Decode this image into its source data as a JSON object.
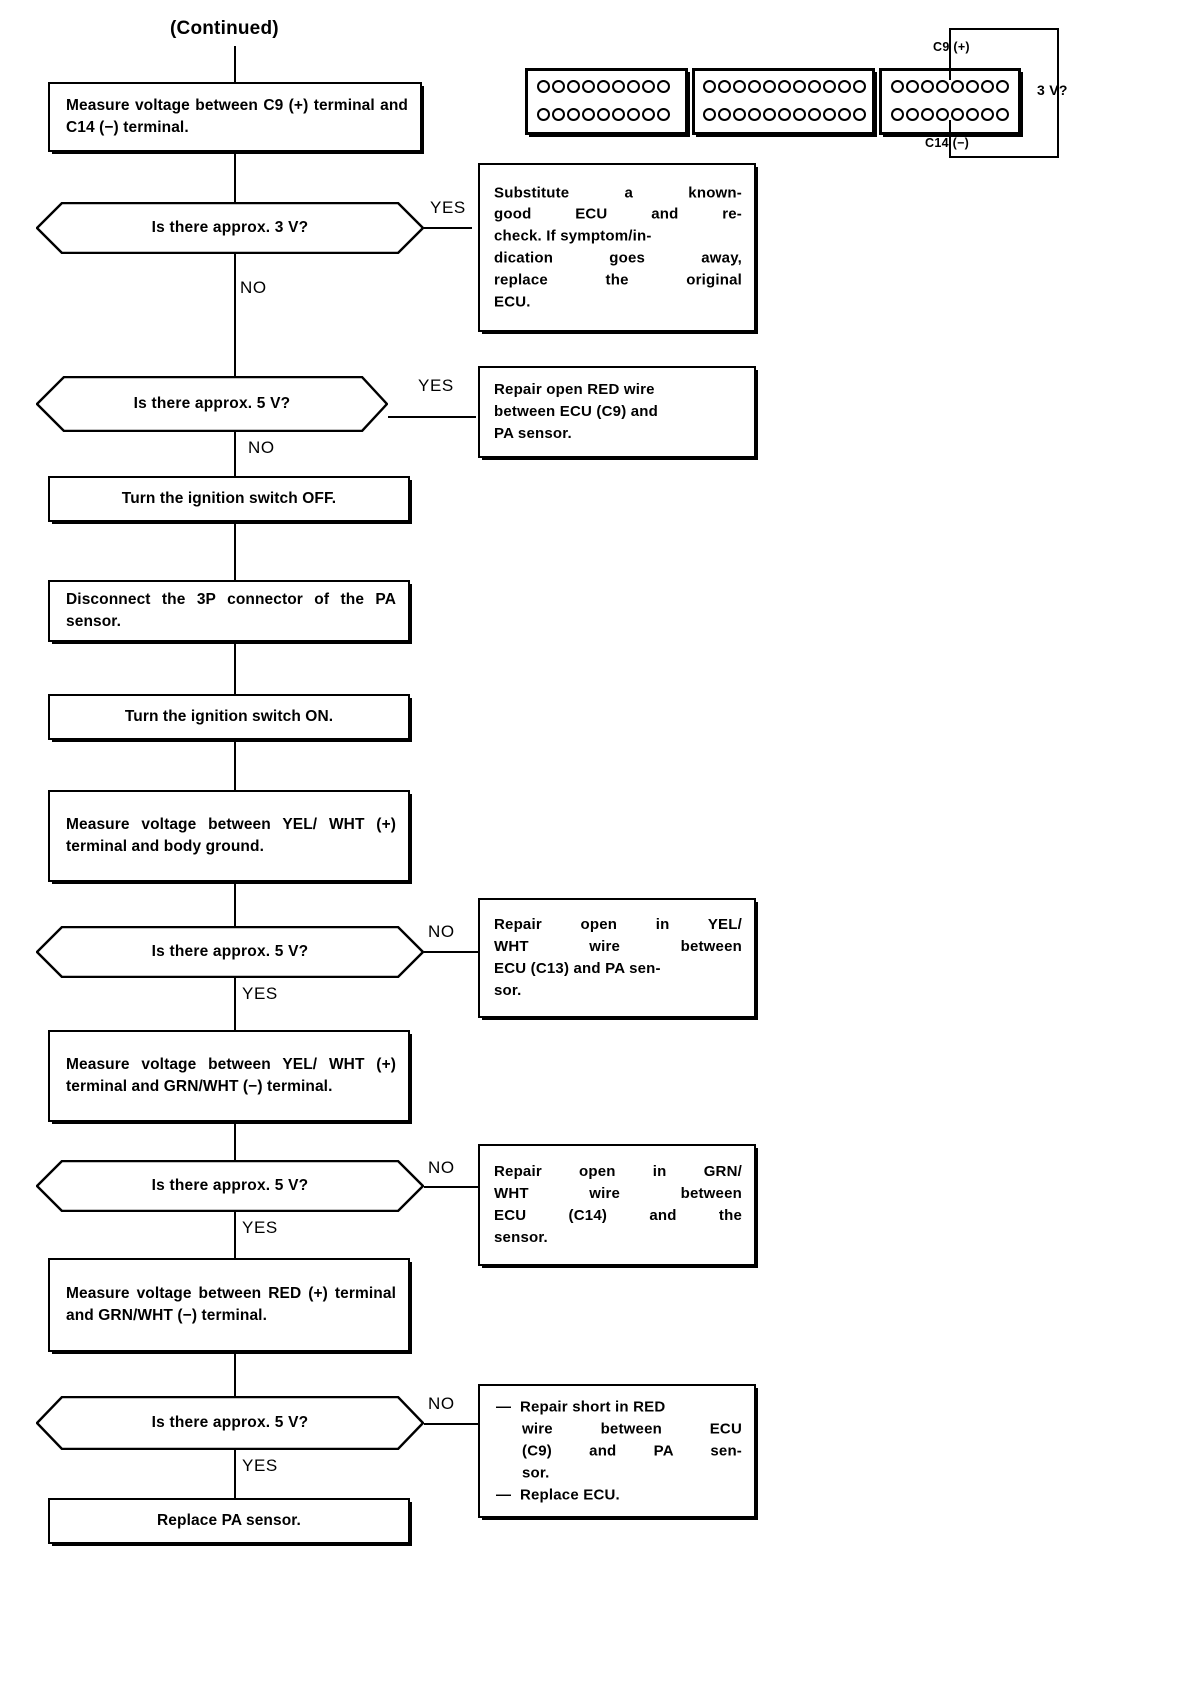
{
  "header": {
    "continued": "(Continued)"
  },
  "connector": {
    "name": "ecu-connector-pinout",
    "pin_label_positive": "C9 (+)",
    "pin_label_negative": "C14 (−)",
    "voltage_label": "3 V?",
    "groups": [
      {
        "top_pins": 9,
        "bottom_pins": 9
      },
      {
        "top_pins": 11,
        "bottom_pins": 11
      },
      {
        "top_pins": 8,
        "bottom_pins": 8
      }
    ]
  },
  "branch_labels": {
    "yes": "YES",
    "no": "NO"
  },
  "nodes": {
    "measure_c9_c14": "Measure voltage between C9 (+) terminal and C14 (−) terminal.",
    "q_3v": "Is there approx. 3 V?",
    "act_substitute_ecu_l1": "Substitute a known-",
    "act_substitute_ecu_l2": "good ECU and re-",
    "act_substitute_ecu_l3": "check. If symptom/in-",
    "act_substitute_ecu_l4": "dication goes away,",
    "act_substitute_ecu_l5": "replace the original",
    "act_substitute_ecu_l6": "ECU.",
    "q_5v_a": "Is there approx. 5 V?",
    "act_repair_red_l1": "Repair open RED wire",
    "act_repair_red_l2": "between ECU (C9) and",
    "act_repair_red_l3": "PA sensor.",
    "turn_ignition_off": "Turn the ignition switch OFF.",
    "disconnect_3p": "Disconnect the 3P connector of the PA sensor.",
    "turn_ignition_on": "Turn the ignition switch ON.",
    "measure_yelwht_ground": "Measure voltage between YEL/ WHT (+) terminal and body ground.",
    "q_5v_b": "Is there approx. 5 V?",
    "act_repair_yelwht_l1": "Repair open in YEL/",
    "act_repair_yelwht_l2": "WHT wire between",
    "act_repair_yelwht_l3": "ECU (C13) and PA sen-",
    "act_repair_yelwht_l4": "sor.",
    "measure_yelwht_grnwht": "Measure voltage between YEL/ WHT (+) terminal and GRN/WHT (−) terminal.",
    "q_5v_c": "Is there approx. 5 V?",
    "act_repair_grnwht_l1": "Repair open in GRN/",
    "act_repair_grnwht_l2": "WHT wire between",
    "act_repair_grnwht_l3": "ECU (C14) and the",
    "act_repair_grnwht_l4": "sensor.",
    "measure_red_grnwht": "Measure voltage between RED (+) terminal and GRN/WHT (−) terminal.",
    "q_5v_d": "Is there approx. 5 V?",
    "act_repair_red_short_l1": "Repair short in RED",
    "act_repair_red_short_l2": "wire between ECU",
    "act_repair_red_short_l3": "(C9) and PA sen-",
    "act_repair_red_short_l4": "sor.",
    "act_replace_ecu": "Replace ECU.",
    "replace_pa_sensor": "Replace PA sensor."
  },
  "colors": {
    "ink": "#000000",
    "paper": "#ffffff"
  }
}
